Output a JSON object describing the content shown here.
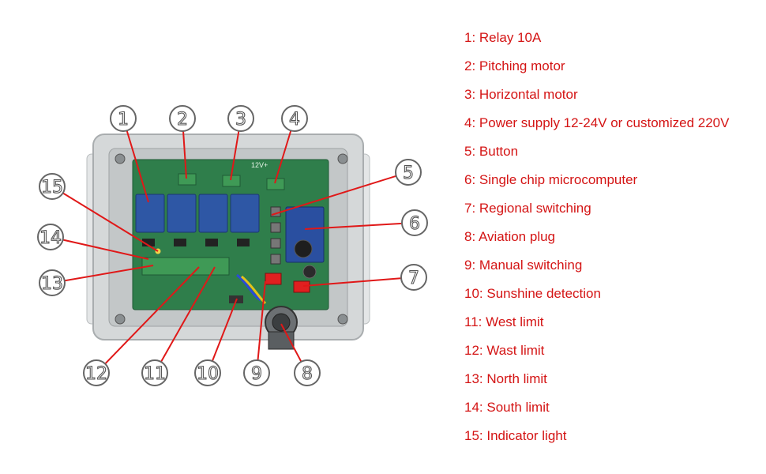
{
  "colors": {
    "callout_line": "#e01818",
    "legend_text": "#d41414",
    "enclosure": "#d7dadb",
    "pcb": "#2e7d4a",
    "relay": "#2e57a5",
    "terminal": "#3f9a56",
    "switch": "#e02020"
  },
  "callouts": [
    {
      "num": "1"
    },
    {
      "num": "2"
    },
    {
      "num": "3"
    },
    {
      "num": "4"
    },
    {
      "num": "5"
    },
    {
      "num": "6"
    },
    {
      "num": "7"
    },
    {
      "num": "8"
    },
    {
      "num": "9"
    },
    {
      "num": "10"
    },
    {
      "num": "11"
    },
    {
      "num": "12"
    },
    {
      "num": "13"
    },
    {
      "num": "14"
    },
    {
      "num": "15"
    }
  ],
  "legend": [
    "1: Relay 10A",
    "2: Pitching motor",
    "3: Horizontal motor",
    "4: Power supply 12-24V or customized 220V",
    "5: Button",
    "6: Single chip microcomputer",
    "7: Regional switching",
    "8: Aviation plug",
    "9: Manual switching",
    "10: Sunshine detection",
    "11: West limit",
    "12: Wast limit",
    "13: North limit",
    "14: South limit",
    "15: Indicator light"
  ],
  "board": {
    "silk_label": "12V+"
  }
}
